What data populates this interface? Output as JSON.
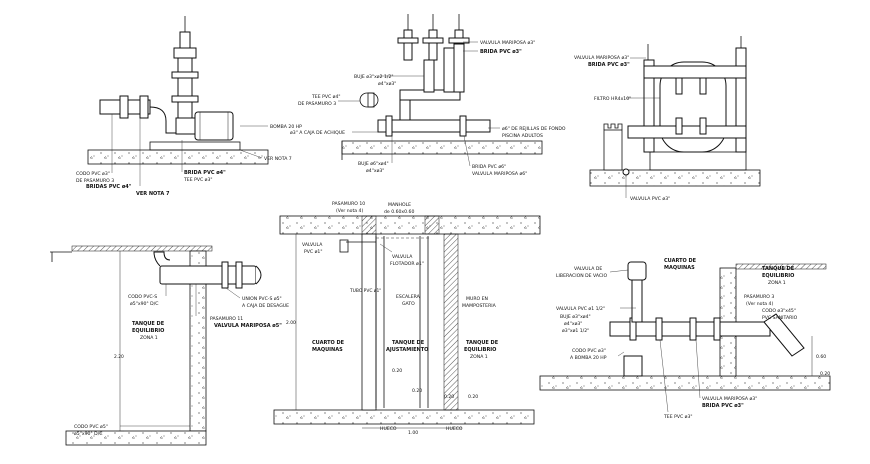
{
  "detail_a": {
    "bomba": "BOMBA 20 HP",
    "ver_nota": "VER NOTA 7",
    "codo": "CODO PVC ø3\"",
    "pasamuro": "DE PASAMURO 3",
    "brida_pvc": "BRIDA PVC ø4\"",
    "tee_pvc": "TEE PVC ø3\"",
    "bridas_pvc": "BRIDAS PVC ø4\"",
    "ver_nota_7": "VER NOTA 7"
  },
  "detail_b": {
    "valvula_mariposa": "VALVULA MARIPOSA ø3\"",
    "brida_pvc": "BRIDA PVC ø3\"",
    "buje_1": "BUJE ø3\"xø2 1/2\"",
    "buje_2": "ø4\"xø3\"",
    "tee_pvc": "TEE PVC ø4\"",
    "pasamuro": "DE PASAMURO 3",
    "caja_achique": "ø3\" A CAJA DE ACHIQUE",
    "rejillas": "ø6\" DE REJILLAS DE FONDO",
    "piscina": "PISCINA ADULTOS",
    "buje_3": "BUJE ø6\"xø4\"",
    "buje_4": "ø4\"xø3\"",
    "brida_pvc_6": "BRIDA PVC ø6\"",
    "valvula_mariposa_6": "VALVULA MARIPOSA ø6\""
  },
  "detail_c": {
    "valvula_mariposa": "VALVULA MARIPOSA ø3\"",
    "brida_pvc": "BRIDA PVC ø3\"",
    "filtro": "FILTRO HR4x10\"",
    "valvula_pvc": "VALVULA PVC ø3\""
  },
  "detail_d": {
    "codo_1": "CODO PVC-S",
    "codo_2": "ø5\"x90° D/C",
    "union_1": "UNION PVC-S ø5\"",
    "union_2": "A CAJA DE DESAGUE",
    "pasamuro": "PASAMURO 11",
    "valvula_mariposa": "VALVULA MARIPOSA ø5\"",
    "tanque_1": "TANQUE DE",
    "tanque_2": "EQUILIBRIO",
    "tanque_3": "ZONA 1",
    "dim_height": "2.20",
    "codo_3": "CODO PVC ø5\"",
    "codo_4": "ø5\"x90° D/C"
  },
  "detail_e": {
    "pasamuro": "PASAMURO 10",
    "ver_nota": "(Ver nota 4)",
    "manhole_1": "MANHOLE",
    "manhole_2": "de 0.60x0.60",
    "valvula_pvc_1": "VALVULA",
    "valvula_pvc_2": "PVC ø1\"",
    "valvula_flot_1": "VALVULA",
    "valvula_flot_2": "FLOTADOR ø1\"",
    "tubo": "TUBO PVC ø1\"",
    "cuarto_1": "CUARTO DE",
    "cuarto_2": "MAQUINAS",
    "escalera_1": "ESCALERA",
    "escalera_2": "GATO",
    "muro_1": "MURO EN",
    "muro_2": "MAMPOSTERIA",
    "tanque_ajuste_1": "TANQUE DE",
    "tanque_ajuste_2": "AJUSTAMIENTO",
    "tanque_eq_1": "TANQUE DE",
    "tanque_eq_2": "EQUILIBRIO",
    "tanque_eq_3": "ZONA 1",
    "dim_left": "2.00",
    "dim_020a": "0.20",
    "dim_020b": "0.20",
    "dim_020c": "0.20",
    "dim_020d": "0.20",
    "hueco_1": "HUECO",
    "hueco_2": "HUECO",
    "dim_bottom": "1.00"
  },
  "detail_f": {
    "valvula_lib_1": "VALVULA DE",
    "valvula_lib_2": "LIBERACION DE VACIO",
    "cuarto_1": "CUARTO DE",
    "cuarto_2": "MAQUINAS",
    "tanque_1": "TANQUE DE",
    "tanque_2": "EQUILIBRIO",
    "tanque_3": "ZONA 1",
    "pasamuro": "PASAMURO 3",
    "ver_nota": "(Ver nota 4)",
    "valvula_pvc": "VALVULA PVC ø1 1/2\"",
    "buje_1": "BUJE ø3\"xø4\"",
    "buje_2": "ø4\"xø3\"",
    "buje_3": "ø3\"xø1 1/2\"",
    "codo_45_1": "CODO ø3\"x45°",
    "codo_45_2": "PVC SANITARIO",
    "codo_pvc_1": "CODO PVC ø3\"",
    "codo_pvc_2": "A BOMBA 20 HP",
    "valvula_mariposa": "VALVULA MARIPOSA ø3\"",
    "brida_pvc": "BRIDA PVC ø3\"",
    "tee_pvc": "TEE PVC ø3\"",
    "dim_a": "0.60",
    "dim_b": "0.20"
  }
}
